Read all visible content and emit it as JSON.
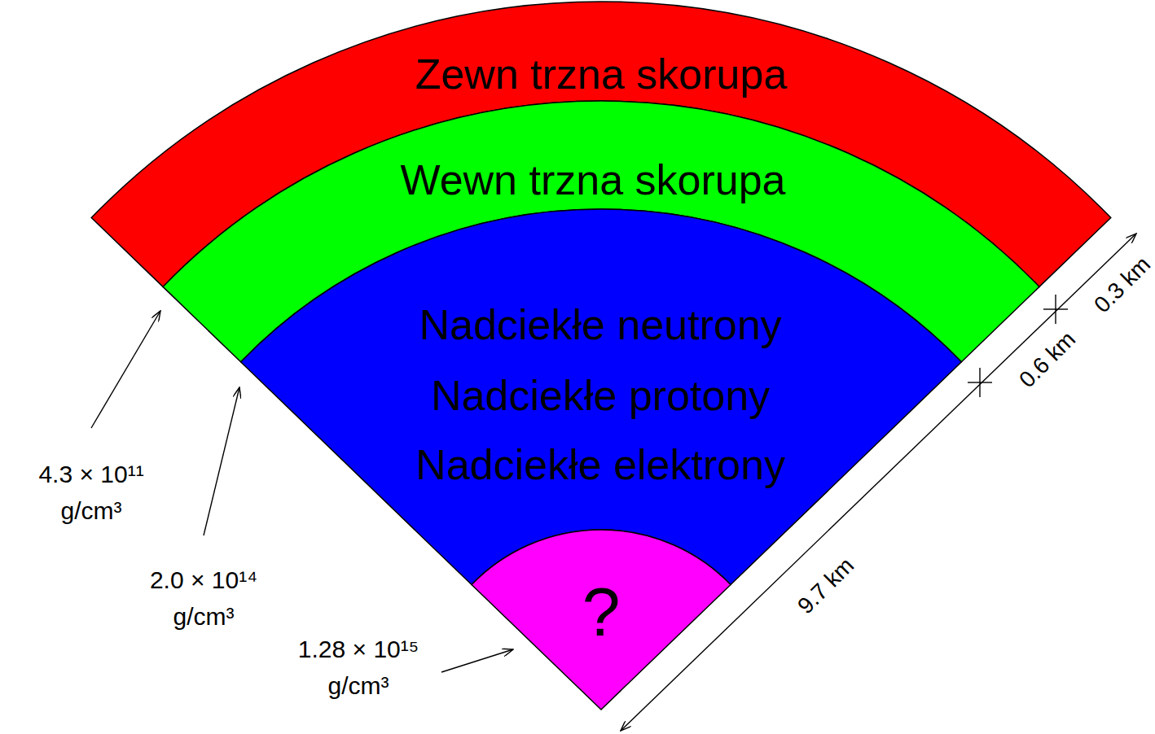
{
  "diagram": {
    "nodes": [
      {
        "text": [
          "Zewn trzna skorupa"
        ]
      },
      {
        "text": [
          "Wewn trzna skorupa"
        ]
      },
      {
        "text": [
          "Nadciekłe neutrony",
          "Nadciekłe protony",
          "Nadciekłe elektrony"
        ]
      },
      {
        "text": [
          "?"
        ]
      }
    ],
    "labels": [
      "4.3 × 10¹¹ g/cm³",
      "2.0 × 10¹⁴ g/cm³",
      "1.28 × 10¹⁵ g/cm³",
      "0.3 km",
      "0.6 km",
      "9.7 km"
    ]
  }
}
